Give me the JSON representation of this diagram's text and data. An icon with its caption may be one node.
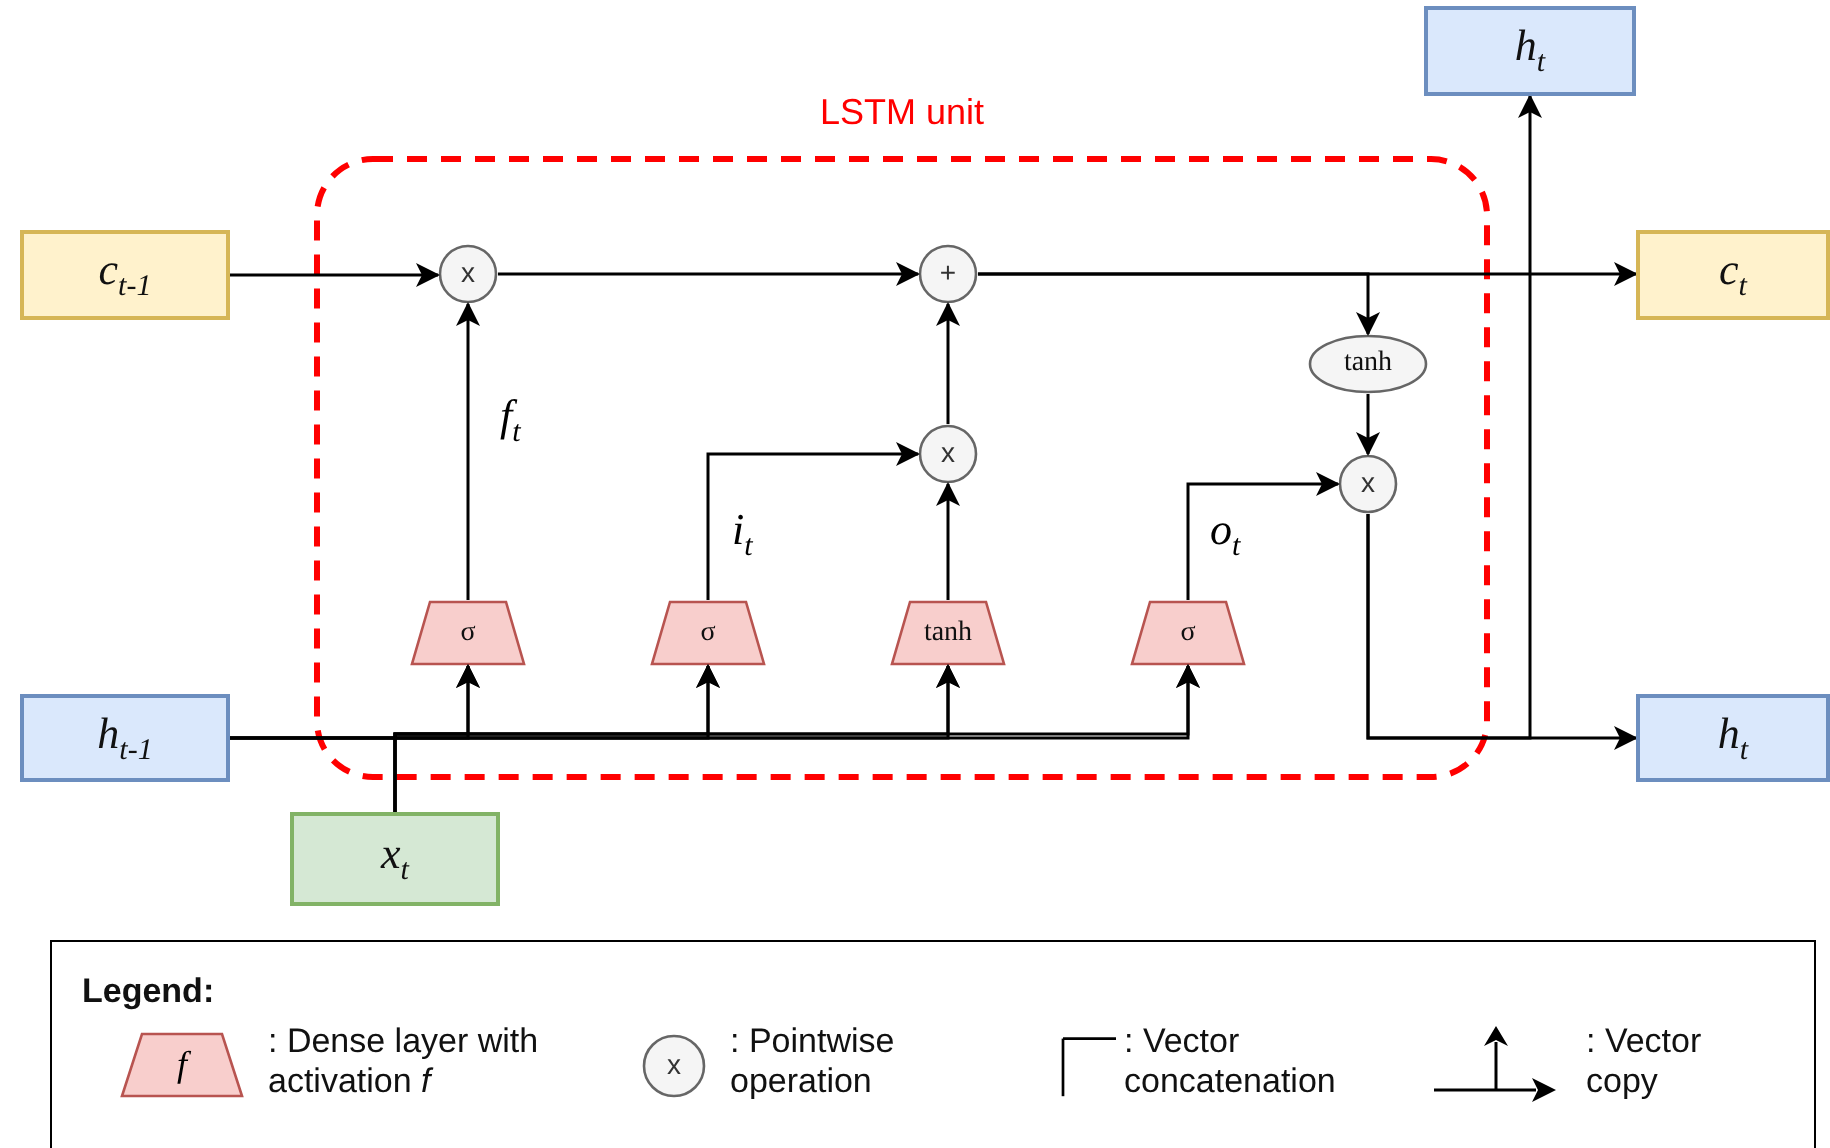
{
  "diagram": {
    "nodes": [
      {
        "text": [
          "LSTM unit"
        ]
      },
      {
        "text": [
          "c$_{t-1}$"
        ]
      },
      {
        "text": [
          "h$_{t}$"
        ]
      },
      {
        "text": [
          "x"
        ],
        "in": 0
      },
      {
        "text": [
          "+"
        ],
        "in": 0
      },
      {
        "text": [
          "c$_{t}$"
        ]
      },
      {
        "text": [
          "tanh"
        ],
        "in": 0
      },
      {
        "text": [
          "x"
        ],
        "in": 0
      },
      {
        "text": [
          "x"
        ],
        "in": 0
      },
      {
        "text": [
          "σ"
        ],
        "in": 0
      },
      {
        "text": [
          "σ"
        ],
        "in": 0
      },
      {
        "text": [
          "tanh"
        ],
        "in": 0
      },
      {
        "text": [
          "σ"
        ],
        "in": 0
      },
      {
        "text": [
          "h$_{t-1}$"
        ]
      },
      {
        "text": [
          "h$_{t}$"
        ]
      },
      {
        "text": [
          "x$_{t}$"
        ]
      }
    ],
    "edges": [
      {
        "from": 1,
        "to": 3,
        "arrow": "to"
      },
      {
        "from": 3,
        "to": 4,
        "arrow": "to"
      },
      {
        "from": 4,
        "to": 5,
        "arrow": "to"
      },
      {
        "from": 4,
        "to": 6,
        "arrow": "to"
      },
      {
        "from": 6,
        "to": 8,
        "arrow": "to"
      },
      {
        "from": 7,
        "to": 4,
        "arrow": "to"
      },
      {
        "from": 9,
        "to": 3,
        "arrow": "to",
        "label": "f$_{t}$"
      },
      {
        "from": 10,
        "to": 7,
        "arrow": "to",
        "label": "i$_{t}$"
      },
      {
        "from": 11,
        "to": 7,
        "arrow": "to"
      },
      {
        "from": 12,
        "to": 8,
        "arrow": "to",
        "label": "o$_{t}$"
      },
      {
        "from": 8,
        "to": 14,
        "arrow": "to"
      },
      {
        "from": 8,
        "to": 2,
        "arrow": "to"
      },
      {
        "from": 13,
        "to": 9,
        "arrow": "to"
      },
      {
        "from": 13,
        "to": 10,
        "arrow": "to"
      },
      {
        "from": 13,
        "to": 11,
        "arrow": "to"
      },
      {
        "from": 13,
        "to": 12,
        "arrow": "to"
      },
      {
        "from": 15,
        "to": 9,
        "arrow": "to"
      },
      {
        "from": 15,
        "to": 10,
        "arrow": "to"
      },
      {
        "from": 15,
        "to": 11,
        "arrow": "to"
      },
      {
        "from": 15,
        "to": 12,
        "arrow": "to"
      }
    ],
    "labels": [
      "Legend:",
      "f",
      "x"
    ],
    "legend": [
      {
        "text": ": Dense layer with activation *f*"
      },
      {
        "text": ": Pointwise operation"
      },
      {
        "text": ": Vector concatenation"
      },
      {
        "text": ": Vector copy"
      }
    ]
  }
}
